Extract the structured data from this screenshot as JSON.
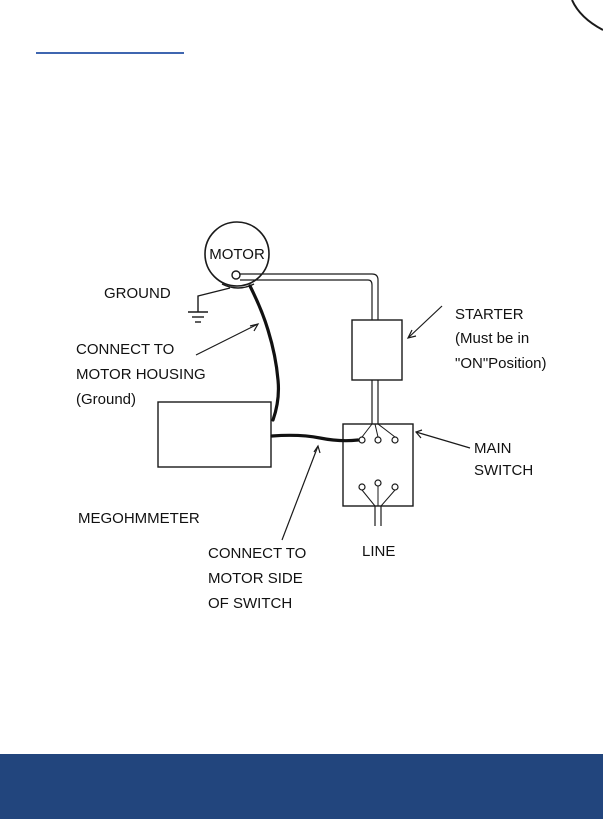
{
  "colors": {
    "accent": "#3f66b0",
    "footer": "#22457d",
    "line": "#1a1a1a",
    "wire": "#8a8a8a"
  },
  "diagram": {
    "motor": "MOTOR",
    "ground": "GROUND",
    "connect_housing": [
      "CONNECT TO",
      "MOTOR HOUSING",
      "(Ground)"
    ],
    "starter": [
      "STARTER",
      "(Must be in",
      "\"ON\"Position)"
    ],
    "main_switch": [
      "MAIN",
      "SWITCH"
    ],
    "megohmmeter": "MEGOHMMETER",
    "line": "LINE",
    "connect_switch": [
      "CONNECT TO",
      "MOTOR SIDE",
      "OF SWITCH"
    ]
  }
}
